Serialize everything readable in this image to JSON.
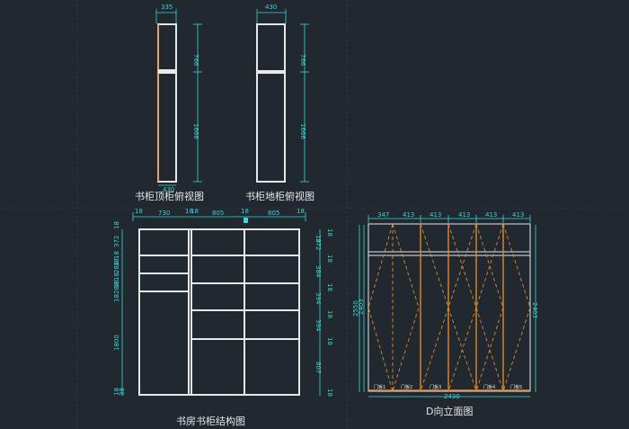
{
  "views": {
    "top_cabinet_plan": {
      "label": "书柜顶柜俯视图",
      "dims": {
        "width": "335",
        "bottom": "430",
        "upper": "766",
        "lower": "1666"
      }
    },
    "floor_cabinet_plan": {
      "label": "书柜地柜俯视图",
      "dims": {
        "width": "430",
        "upper": "766",
        "lower": "1666"
      }
    },
    "structure": {
      "label": "书房书柜结构图",
      "top_dims": [
        "18",
        "730",
        "18",
        "18",
        "805",
        "18",
        "805",
        "18"
      ],
      "left_dims": [
        "18",
        "372",
        "18",
        "18",
        "284",
        "18",
        "18",
        "284",
        "18",
        "1800",
        "18",
        "38"
      ],
      "right_dims": [
        "18",
        "18",
        "372",
        "18",
        "384",
        "18",
        "394",
        "18",
        "394",
        "18",
        "807",
        "18"
      ]
    },
    "elevation_d": {
      "label": "D向立面图",
      "top_dims": [
        "347",
        "413",
        "413",
        "413",
        "413"
      ],
      "height_left": "2550",
      "height_left2": "2403",
      "height_right": "2403",
      "bottom_total": "2430",
      "door_labels": [
        "门板1",
        "门板2",
        "门板3",
        "门板4",
        "门板5"
      ]
    }
  },
  "colors": {
    "background": "#212830",
    "dimension": "#3ad6d6",
    "panel": "#e8e8e8",
    "door": "#e0892a"
  }
}
